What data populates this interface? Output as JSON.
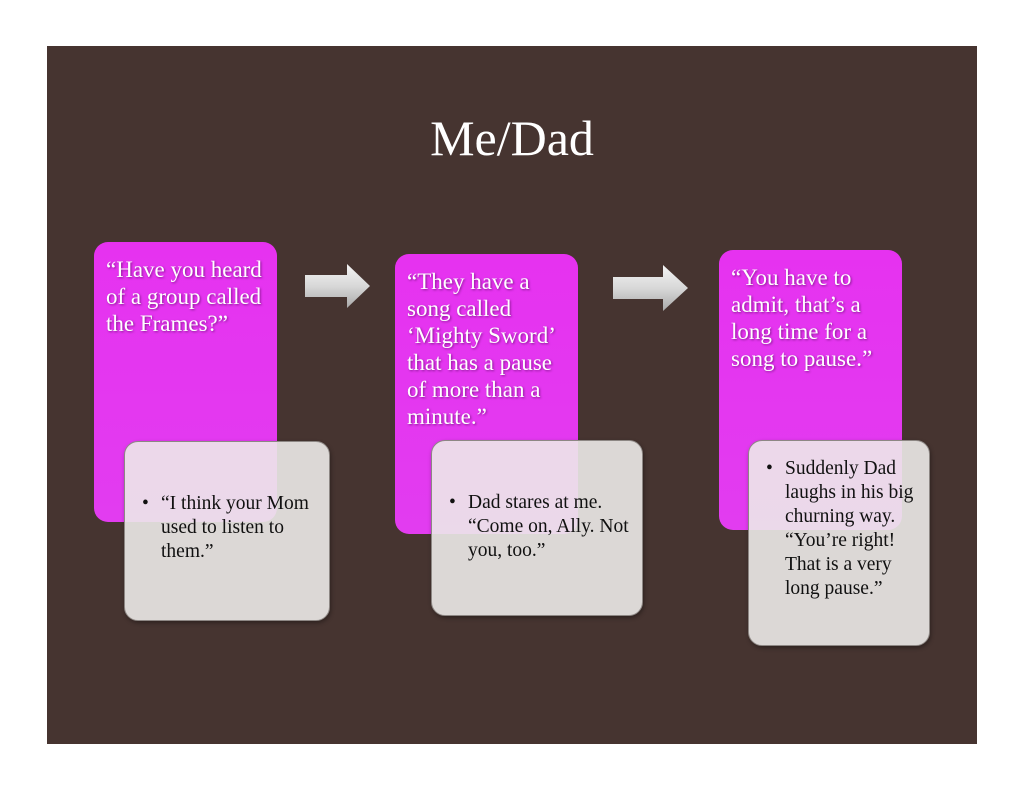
{
  "title": "Me/Dad",
  "steps": [
    {
      "top_text": "“Have you heard of a group called the Frames?”",
      "bottom_text": "“I think your Mom used to listen to them.”"
    },
    {
      "top_text": "“They have a song called ‘Mighty Sword’ that has a pause of more than a minute.”",
      "bottom_text": "Dad stares at me.  “Come on, Ally.  Not you, too.”"
    },
    {
      "top_text": "“You have to admit, that’s a long time for a song to pause.”",
      "bottom_text": "Suddenly Dad laughs in his big churning way. “You’re right! That is a very long pause.”"
    }
  ],
  "bullet_glyph": "•",
  "colors": {
    "background": "#463430",
    "pink_box": "#e632f0",
    "grey_box": "#eceae9",
    "title_text": "#ffffff"
  }
}
